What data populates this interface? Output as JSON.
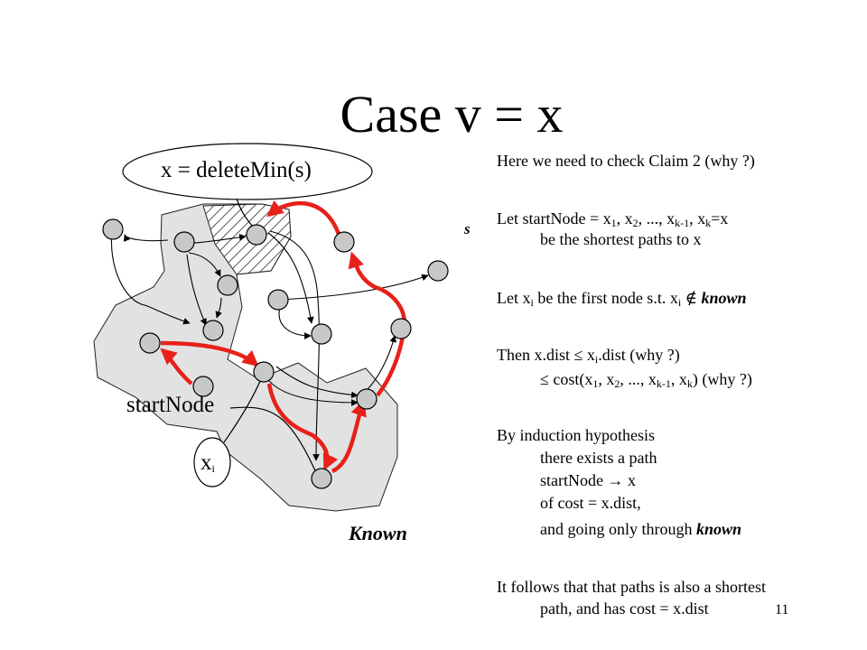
{
  "title": "Case v = x",
  "diagram": {
    "callout": "x = deleteMin(s)",
    "start_label": "startNode",
    "xi_main": "x",
    "xi_sub": "i",
    "known_label": "Known",
    "s_label": "s",
    "colors": {
      "highlight": "#e8201a",
      "region": "#e2e2e2",
      "node": "#c8c8c8"
    }
  },
  "text": {
    "claim": "Here we need to check Claim 2 (why ?)",
    "let_start": "Let startNode = x",
    "let_seq": ", x",
    "let_dots": ", ..., x",
    "let_comma": ", x",
    "let_eq": "=x",
    "sub_1": "1",
    "sub_2": "2",
    "sub_km1": "k-1",
    "sub_k": "k",
    "sub_i": "i",
    "shortest": "be the shortest paths to x",
    "first_a": "Let x",
    "first_b": " be the first node s.t. x",
    "not_in": "∉",
    "known": "known",
    "then_a": "Then x.dist ",
    "le": "≤",
    "then_b": " x",
    "then_c": ".dist (why ?)",
    "cost_a": " cost(x",
    "cost_b": ") (why ?)",
    "induct1": "By induction hypothesis",
    "induct2": "there exists a path",
    "induct3a": "startNode ",
    "arrow": "→",
    "induct3b": " x",
    "induct4": "of cost = x.dist,",
    "induct5a": "and going only through ",
    "follows1": "It follows that that paths is also a shortest",
    "follows2": "path, and has cost = x.dist"
  },
  "page_number": "11"
}
